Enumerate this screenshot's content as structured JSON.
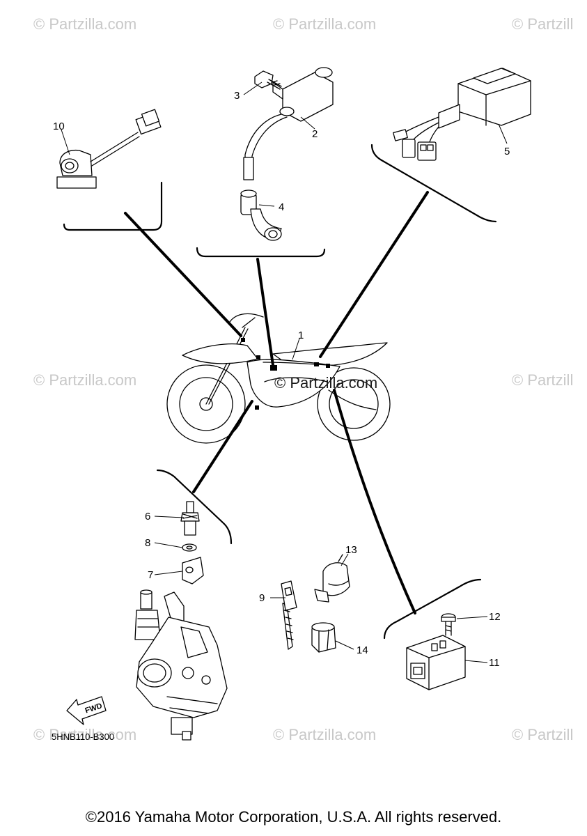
{
  "watermark": "© Partzilla.com",
  "watermark_partial": "© Partzill",
  "center_watermark": "© Partzilla.com",
  "callouts": {
    "c1": "1",
    "c2": "2",
    "c3": "3",
    "c4": "4",
    "c5": "5",
    "c6": "6",
    "c7": "7",
    "c8": "8",
    "c9": "9",
    "c10": "10",
    "c11": "11",
    "c12": "12",
    "c13": "13",
    "c14": "14"
  },
  "fwd_label": "FWD",
  "diagram_code": "5HNB110-B300",
  "copyright": "©2016 Yamaha Motor Corporation, U.S.A. All rights reserved."
}
